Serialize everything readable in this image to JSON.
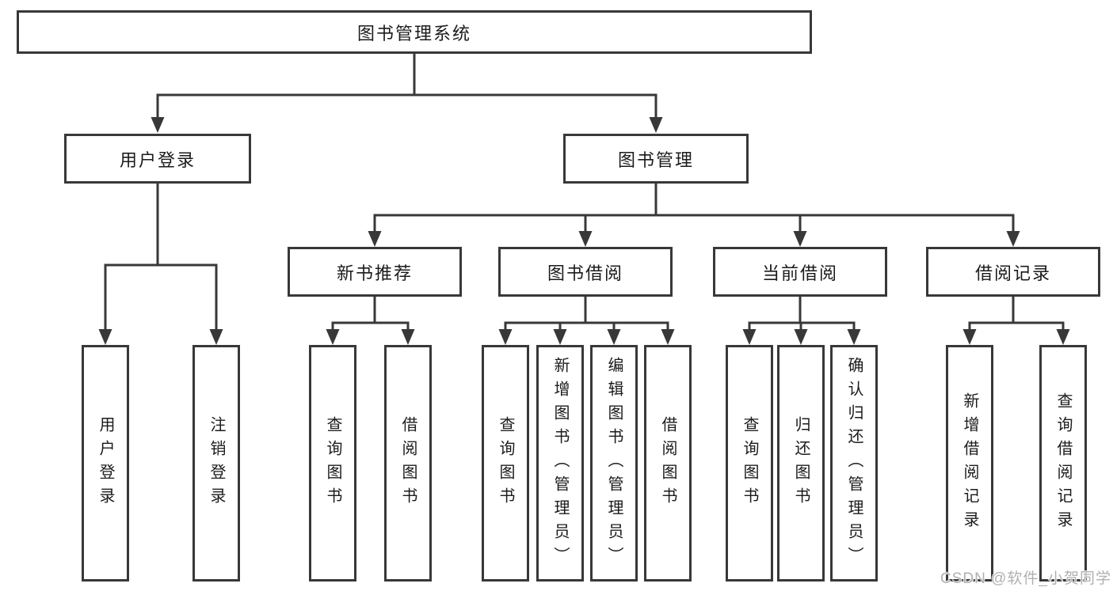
{
  "tree": {
    "root": "图书管理系统",
    "branches": [
      {
        "label": "用户登录",
        "children": [
          "用户登录",
          "注销登录"
        ]
      },
      {
        "label": "图书管理",
        "children": [
          {
            "label": "新书推荐",
            "children": [
              "查询图书",
              "借阅图书"
            ]
          },
          {
            "label": "图书借阅",
            "children": [
              "查询图书",
              "新增图书（管理员）",
              "编辑图书（管理员）",
              "借阅图书"
            ]
          },
          {
            "label": "当前借阅",
            "children": [
              "查询图书",
              "归还图书",
              "确认归还（管理员）"
            ]
          },
          {
            "label": "借阅记录",
            "children": [
              "新增借阅记录",
              "查询借阅记录"
            ]
          }
        ]
      }
    ]
  },
  "watermark": {
    "text": "CSDN @软件_小贺同学"
  },
  "colors": {
    "line": "#383838",
    "box_border": "#383838",
    "text": "#1b1b1b",
    "watermark": "#b0b0b0",
    "background": "#ffffff"
  }
}
